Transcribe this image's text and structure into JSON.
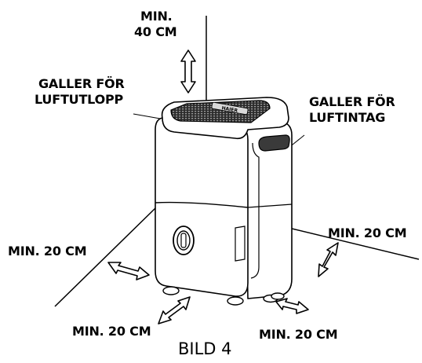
{
  "labels": {
    "top_clearance": [
      "MIN.",
      "40 CM"
    ],
    "outlet_grille": [
      "GALLER FÖR",
      "LUFTUTLOPP"
    ],
    "intake_grille": [
      "GALLER FÖR",
      "LUFTINTAG"
    ],
    "left_clearance": "MIN. 20 CM",
    "right_clearance": "MIN. 20 CM",
    "front_left_clearance": "MIN. 20 CM",
    "front_right_clearance": "MIN. 20 CM"
  },
  "caption": "BILD 4",
  "device_brand_mark": "HAIER"
}
